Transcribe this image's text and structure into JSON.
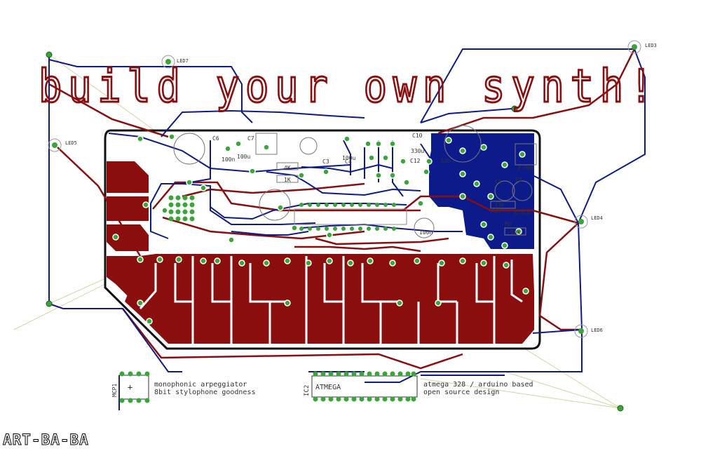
{
  "headline": "build your own synth!",
  "watermark": "ART-BA-BA",
  "notes": {
    "left_line1": "monophonic arpeggiator",
    "left_line2": "8bit stylophone goodness",
    "right_line1": "atmega 328 / arduino based",
    "right_line2": "open source design"
  },
  "chips": {
    "left_ref": "MCP1",
    "ic_ref": "IC2",
    "ic_name": "ATMEGA"
  },
  "leds": {
    "led7": "LED7",
    "led5": "LED5",
    "led3": "LED3",
    "led4": "LED4",
    "led6": "LED6"
  },
  "components": {
    "c7": "C7",
    "c6": "C6",
    "c10": "C10",
    "c10_val": "330u",
    "c3": "C3",
    "c4": "C4",
    "c12": "C12",
    "c1": "C1",
    "c9": "C9",
    "val_100n": "100n",
    "val_100u": "100u",
    "val_33n": "33n",
    "r10": "R10",
    "r10_val": "33k",
    "r5": "R5",
    "r5_val": "10k",
    "r_4k": "4K",
    "r_1k": "1K",
    "jack": "3.5mm",
    "stylo": "STYLO",
    "val_100n_b": "100n"
  },
  "colors": {
    "background": "#ffffff",
    "copper_top": "#8b0e0e",
    "copper_bottom": "#0d1b8a",
    "pad": "#3aa63a",
    "headline": "#8b0e0e",
    "airwire": "#d4d4a0"
  }
}
